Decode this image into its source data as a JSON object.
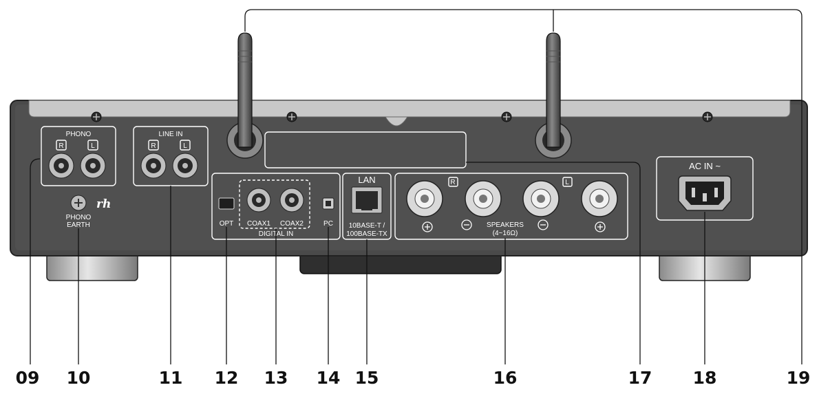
{
  "panel_labels": {
    "phono": "PHONO",
    "line_in": "LINE IN",
    "r": "R",
    "l": "L",
    "phono_earth_1": "PHONO",
    "phono_earth_2": "EARTH",
    "opt": "OPT",
    "coax1": "COAX1",
    "coax2": "COAX2",
    "pc": "PC",
    "digital_in": "DIGITAL IN",
    "lan": "LAN",
    "lan_spec_1": "10BASE-T /",
    "lan_spec_2": "100BASE-TX",
    "speakers": "SPEAKERS",
    "speakers_imp": "(4~16Ω)",
    "ac_in": "AC IN ~",
    "plus": "+",
    "minus": "−"
  },
  "callouts": [
    "09",
    "10",
    "11",
    "12",
    "13",
    "14",
    "15",
    "16",
    "17",
    "18",
    "19"
  ],
  "colors": {
    "chassis": "#4a4a4a",
    "chassis_dark": "#333333",
    "top_plate": "#c8c8c8",
    "feet": "#bdbdbd",
    "terminal": "#d9d9d9"
  }
}
